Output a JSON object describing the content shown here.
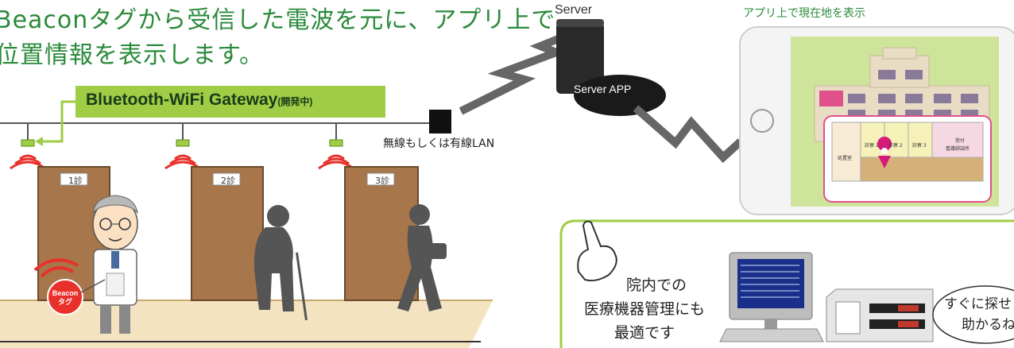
{
  "headline": {
    "line1": "Beaconタグから受信した電波を元に、アプリ上で",
    "line2": "位置情報を表示します。"
  },
  "gateway": {
    "label": "Bluetooth-WiFi Gateway",
    "status": "(開発中)"
  },
  "network": {
    "lan_label": "無線もしくは有線LAN",
    "server_label": "Server",
    "app_label": "Server APP"
  },
  "rooms": [
    "1診",
    "2診",
    "3診"
  ],
  "beacon_tag": {
    "line1": "Beacon",
    "line2": "タグ"
  },
  "tablet": {
    "caption": "アプリ上で現在地を表示",
    "map_rooms": [
      "処置室",
      "診察 1",
      "診察 2",
      "診察 3",
      "受付",
      "看護師詰所"
    ]
  },
  "promo": {
    "line1": "院内での",
    "line2": "医療機器管理にも",
    "line3": "最適です",
    "bubble_line1": "すぐに探せ",
    "bubble_line2": "助かるね"
  },
  "colors": {
    "accent_green": "#9fcd45",
    "headline_green": "#2a8a3a",
    "beacon_red": "#e8312a",
    "door_brown": "#a7764b",
    "floor_tan": "#f5e6c8"
  }
}
